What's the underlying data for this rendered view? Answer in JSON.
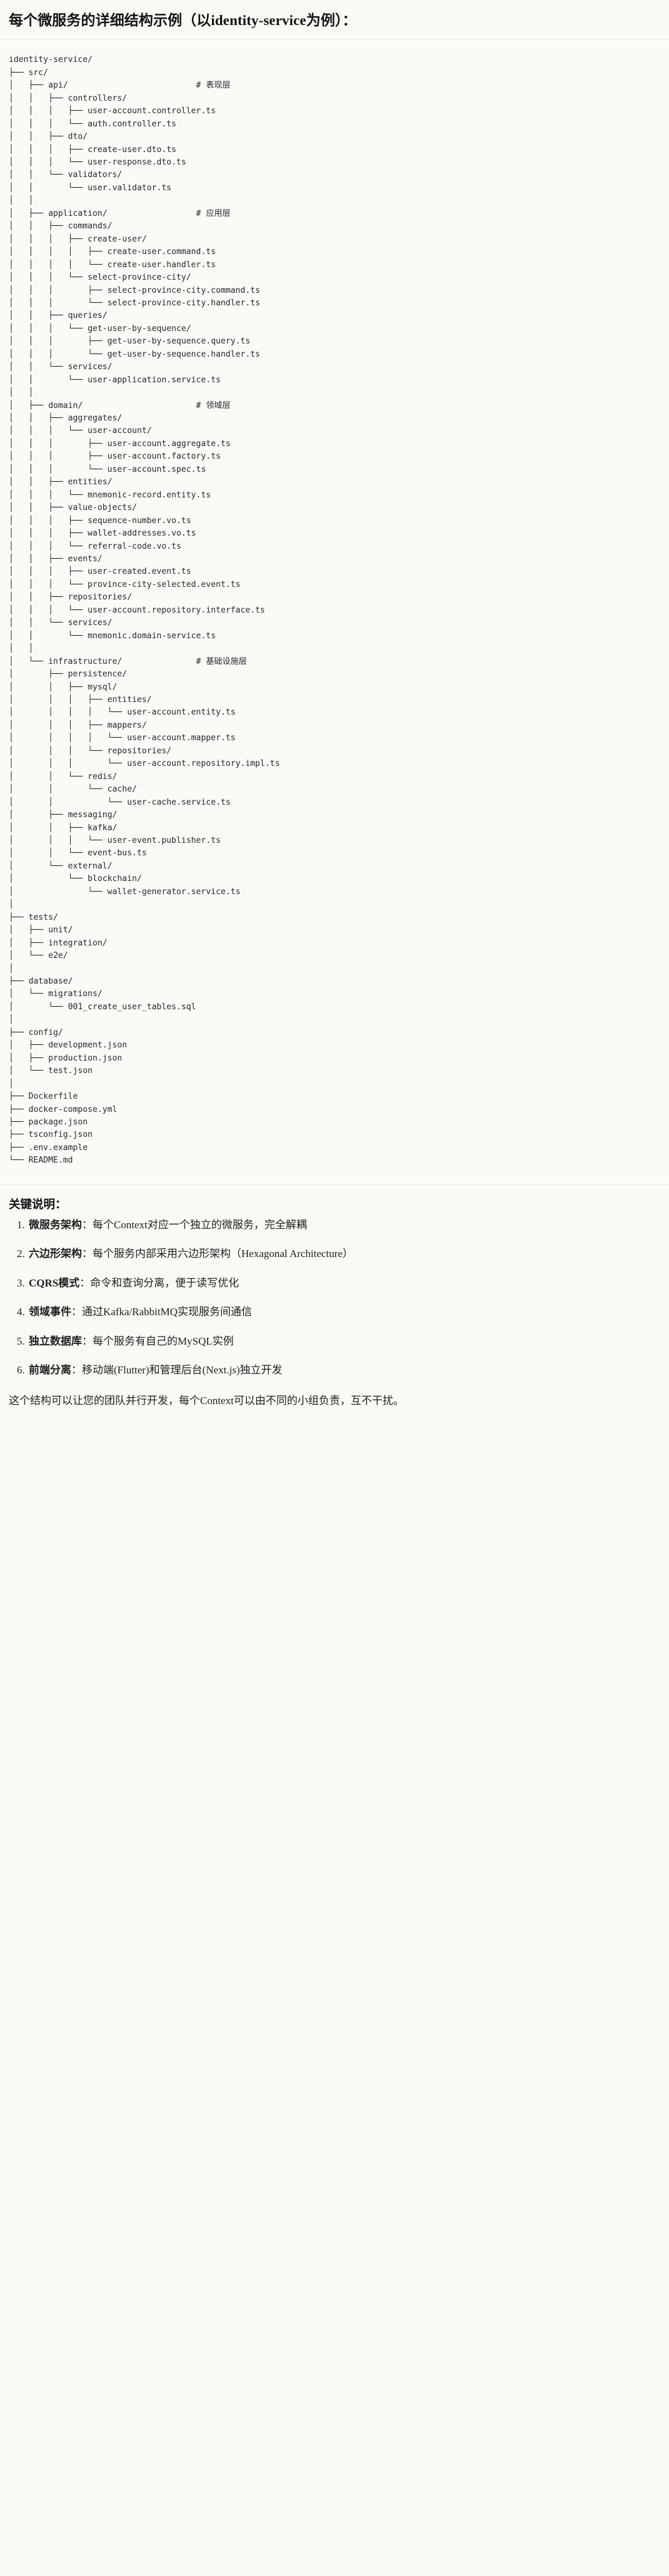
{
  "heading": "每个微服务的详细结构示例（以identity-service为例）：",
  "code_block": {
    "language": "text",
    "tree_text": "identity-service/\n├── src/\n│   ├── api/                          # 表现层\n│   │   ├── controllers/\n│   │   │   ├── user-account.controller.ts\n│   │   │   └── auth.controller.ts\n│   │   ├── dto/\n│   │   │   ├── create-user.dto.ts\n│   │   │   └── user-response.dto.ts\n│   │   └── validators/\n│   │       └── user.validator.ts\n│   │\n│   ├── application/                  # 应用层\n│   │   ├── commands/\n│   │   │   ├── create-user/\n│   │   │   │   ├── create-user.command.ts\n│   │   │   │   └── create-user.handler.ts\n│   │   │   └── select-province-city/\n│   │   │       ├── select-province-city.command.ts\n│   │   │       └── select-province-city.handler.ts\n│   │   ├── queries/\n│   │   │   └── get-user-by-sequence/\n│   │   │       ├── get-user-by-sequence.query.ts\n│   │   │       └── get-user-by-sequence.handler.ts\n│   │   └── services/\n│   │       └── user-application.service.ts\n│   │\n│   ├── domain/                       # 领域层\n│   │   ├── aggregates/\n│   │   │   └── user-account/\n│   │   │       ├── user-account.aggregate.ts\n│   │   │       ├── user-account.factory.ts\n│   │   │       └── user-account.spec.ts\n│   │   ├── entities/\n│   │   │   └── mnemonic-record.entity.ts\n│   │   ├── value-objects/\n│   │   │   ├── sequence-number.vo.ts\n│   │   │   ├── wallet-addresses.vo.ts\n│   │   │   └── referral-code.vo.ts\n│   │   ├── events/\n│   │   │   ├── user-created.event.ts\n│   │   │   └── province-city-selected.event.ts\n│   │   ├── repositories/\n│   │   │   └── user-account.repository.interface.ts\n│   │   └── services/\n│   │       └── mnemonic.domain-service.ts\n│   │\n│   └── infrastructure/               # 基础设施层\n│       ├── persistence/\n│       │   ├── mysql/\n│       │   │   ├── entities/\n│       │   │   │   └── user-account.entity.ts\n│       │   │   ├── mappers/\n│       │   │   │   └── user-account.mapper.ts\n│       │   │   └── repositories/\n│       │   │       └── user-account.repository.impl.ts\n│       │   └── redis/\n│       │       └── cache/\n│       │           └── user-cache.service.ts\n│       ├── messaging/\n│       │   ├── kafka/\n│       │   │   └── user-event.publisher.ts\n│       │   └── event-bus.ts\n│       └── external/\n│           └── blockchain/\n│               └── wallet-generator.service.ts\n│\n├── tests/\n│   ├── unit/\n│   ├── integration/\n│   └── e2e/\n│\n├── database/\n│   └── migrations/\n│       └── 001_create_user_tables.sql\n│\n├── config/\n│   ├── development.json\n│   ├── production.json\n│   └── test.json\n│\n├── Dockerfile\n├── docker-compose.yml\n├── package.json\n├── tsconfig.json\n├── .env.example\n└── README.md",
    "layer_comments": [
      {
        "path": "api/",
        "comment": "# 表现层"
      },
      {
        "path": "application/",
        "comment": "# 应用层"
      },
      {
        "path": "domain/",
        "comment": "# 领域层"
      },
      {
        "path": "infrastructure/",
        "comment": "# 基础设施层"
      }
    ]
  },
  "key_points": {
    "title": "关键说明：",
    "items": [
      {
        "term": "微服务架构",
        "sep": "：",
        "desc": "每个Context对应一个独立的微服务，完全解耦"
      },
      {
        "term": "六边形架构",
        "sep": "：",
        "desc": "每个服务内部采用六边形架构（Hexagonal Architecture）"
      },
      {
        "term": "CQRS模式",
        "sep": "：",
        "desc": "命令和查询分离，便于读写优化"
      },
      {
        "term": "领域事件",
        "sep": "：",
        "desc": "通过Kafka/RabbitMQ实现服务间通信"
      },
      {
        "term": "独立数据库",
        "sep": "：",
        "desc": "每个服务有自己的MySQL实例"
      },
      {
        "term": "前端分离",
        "sep": "：",
        "desc": "移动端(Flutter)和管理后台(Next.js)独立开发"
      }
    ]
  },
  "closing_text": "这个结构可以让您的团队并行开发，每个Context可以由不同的小组负责，互不干扰。",
  "colors": {
    "page_background": "#faf9f5",
    "code_background": "#fbfaf7",
    "text": "#1a1a19",
    "code_text": "#27272a",
    "rule": "#e9e6dc"
  }
}
